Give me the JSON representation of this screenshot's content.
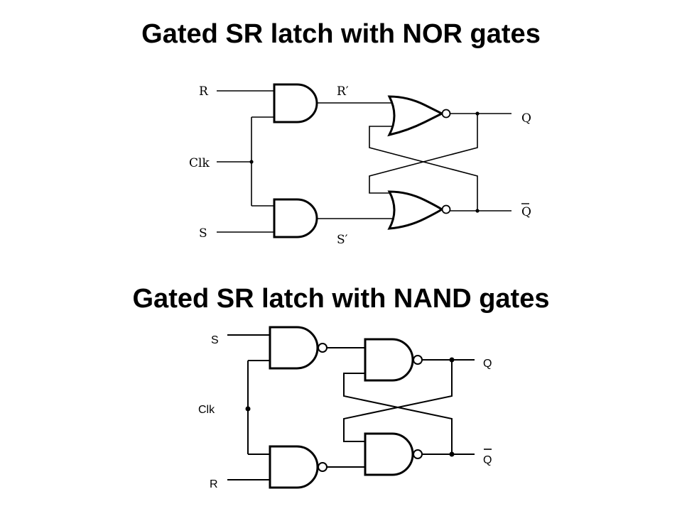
{
  "nor_section": {
    "title": "Gated SR latch with NOR gates",
    "labels": {
      "r": "R",
      "r_prime": "R′",
      "clk": "Clk",
      "s": "S",
      "s_prime": "S′",
      "q": "Q",
      "q_bar": "Q"
    }
  },
  "nand_section": {
    "title": "Gated SR latch with NAND gates",
    "labels": {
      "s": "S",
      "clk": "Clk",
      "r": "R",
      "q": "Q",
      "q_bar": "Q"
    }
  },
  "colors": {
    "ink": "#000000",
    "background": "#ffffff"
  }
}
